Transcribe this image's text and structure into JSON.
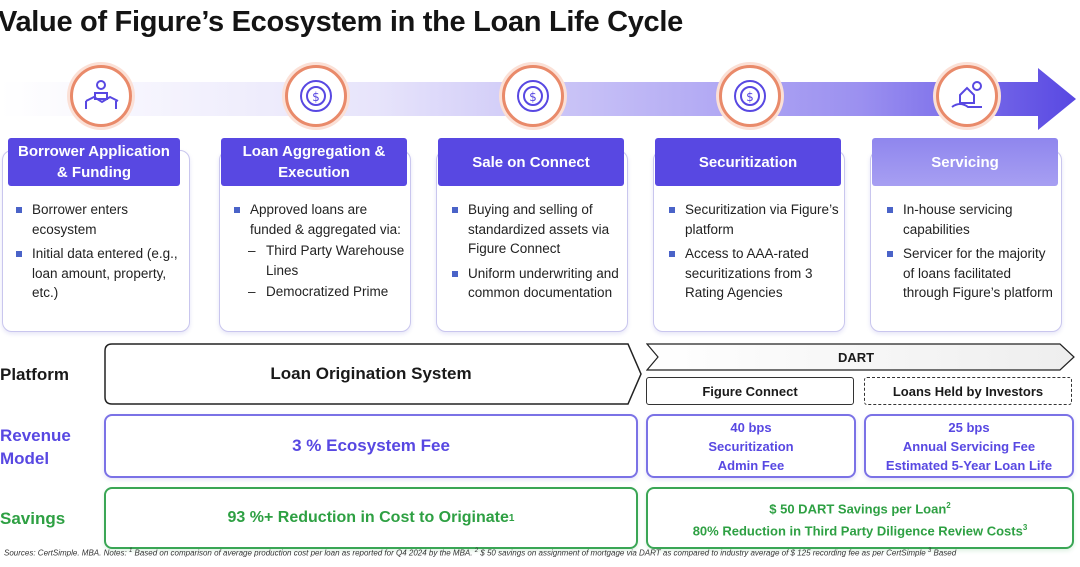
{
  "title": "Value of Figure’s Ecosystem in the Loan Life Cycle",
  "stages": [
    {
      "heading": "Borrower Application & Funding",
      "icon": "handshake-icon",
      "bullets": [
        "Borrower enters ecosystem",
        "Initial data entered (e.g., loan amount, property, etc.)"
      ]
    },
    {
      "heading": "Loan Aggregation & Execution",
      "icon": "coin-target-icon",
      "bullets": [
        "Approved loans are funded & aggregated via:"
      ],
      "sub_bullets": [
        "Third Party Warehouse Lines",
        "Democratized Prime"
      ]
    },
    {
      "heading": "Sale on Connect",
      "icon": "coin-target-icon",
      "bullets": [
        "Buying and selling of standardized assets via Figure Connect",
        "Uniform underwriting and common documentation"
      ]
    },
    {
      "heading": "Securitization",
      "icon": "coin-target-icon",
      "bullets": [
        "Securitization via Figure’s platform",
        "Access to AAA-rated securitizations from 3 Rating Agencies"
      ]
    },
    {
      "heading": "Servicing",
      "icon": "hand-house-icon",
      "bullets": [
        "In-house servicing capabilities",
        "Servicer for the majority of loans facilitated through Figure’s platform"
      ]
    }
  ],
  "platform": {
    "label": "Platform",
    "los": "Loan Origination System",
    "dart": "DART",
    "figure_connect": "Figure Connect",
    "loans_held": "Loans Held by Investors"
  },
  "revenue": {
    "label_line1": "Revenue",
    "label_line2": "Model",
    "ecosystem_fee": "3 % Ecosystem Fee",
    "sec_line1": "40 bps",
    "sec_line2": "Securitization",
    "sec_line3": "Admin Fee",
    "serv_line1": "25 bps",
    "serv_line2": "Annual Servicing Fee",
    "serv_line3": "Estimated 5-Year Loan Life"
  },
  "savings": {
    "label": "Savings",
    "reduction": "93 %+ Reduction in Cost to Originate",
    "reduction_sup": "1",
    "dart_savings": "$ 50 DART Savings per Loan",
    "dart_savings_sup": "2",
    "diligence": "80% Reduction in Third Party Diligence Review Costs",
    "diligence_sup": "3"
  },
  "footnote": {
    "prefix": "Sources: CertSimple. MBA. Notes: ",
    "n1": "1",
    "t1": " Based on comparison of average production cost per loan as reported for Q4 2024 by the MBA. ",
    "n2": "2",
    "t2": " $ 50 savings on assignment of mortgage via DART as compared to industry average of $ 125 recording fee as per CertSimple  ",
    "n3": "3",
    "t3": " Based"
  },
  "colors": {
    "accent": "#5848e2",
    "green": "#2ea043",
    "icon_ring": "#e98a6a"
  }
}
